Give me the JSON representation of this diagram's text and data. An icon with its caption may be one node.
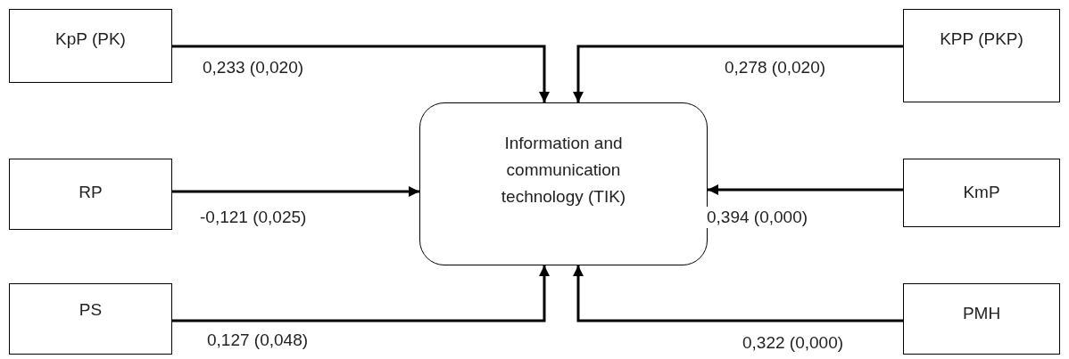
{
  "diagram": {
    "nodes": [
      {
        "text": [
          "KpP (PK)"
        ]
      },
      {
        "text": [
          "KPP (PKP)"
        ]
      },
      {
        "text": [
          "RP"
        ]
      },
      {
        "text": [
          "Information and communication technology (TIK)"
        ]
      },
      {
        "text": [
          "KmP"
        ]
      },
      {
        "text": [
          "PS"
        ]
      },
      {
        "text": [
          "PMH"
        ]
      }
    ],
    "edges": [
      {
        "from": 0,
        "to": 3,
        "arrow": "to",
        "label": "0,233 (0,020)"
      },
      {
        "from": 1,
        "to": 3,
        "arrow": "to",
        "label": "0,278 (0,020)"
      },
      {
        "from": 2,
        "to": 3,
        "arrow": "to",
        "label": "-0,121 (0,025)"
      },
      {
        "from": 4,
        "to": 3,
        "arrow": "to",
        "label": "0,394 (0,000)"
      },
      {
        "from": 5,
        "to": 3,
        "arrow": "to",
        "label": "0,127 (0,048)"
      },
      {
        "from": 6,
        "to": 3,
        "arrow": "to",
        "label": "0,322 (0,000)"
      }
    ]
  }
}
